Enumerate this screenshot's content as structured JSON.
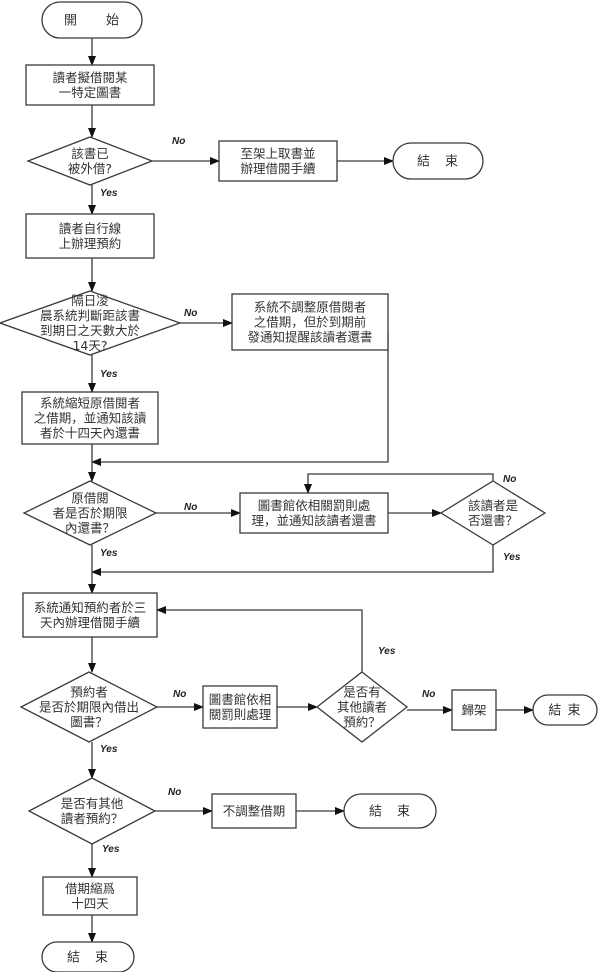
{
  "diagram": {
    "type": "flowchart",
    "nodes": {
      "start": {
        "kind": "terminator",
        "lines": [
          "開　　始"
        ]
      },
      "p1": {
        "kind": "process",
        "lines": [
          "讀者擬借閱某",
          "一特定圖書"
        ]
      },
      "d1": {
        "kind": "decision",
        "lines": [
          "該書已",
          "被外借?"
        ]
      },
      "p2": {
        "kind": "process",
        "lines": [
          "至架上取書並",
          "辦理借閱手續"
        ]
      },
      "end1": {
        "kind": "terminator",
        "lines": [
          "結　束"
        ]
      },
      "p3": {
        "kind": "process",
        "lines": [
          "讀者自行線",
          "上辦理預約"
        ]
      },
      "d2": {
        "kind": "decision",
        "lines": [
          "隔日凌",
          "晨系統判斷距該書",
          "到期日之天數大於",
          "14天?"
        ]
      },
      "p4": {
        "kind": "process",
        "lines": [
          "系統不調整原借閱者",
          "之借期，但於到期前",
          "發通知提醒該讀者還書"
        ]
      },
      "p5": {
        "kind": "process",
        "lines": [
          "系統縮短原借閱者",
          "之借期，並通知該讀",
          "者於十四天內還書"
        ]
      },
      "d3": {
        "kind": "decision",
        "lines": [
          "原借閱",
          "者是否於期限",
          "內還書？"
        ]
      },
      "p6": {
        "kind": "process",
        "lines": [
          "圖書館依相關罰則處",
          "理，並通知該讀者還書"
        ]
      },
      "d4": {
        "kind": "decision",
        "lines": [
          "該讀者是",
          "否還書？"
        ]
      },
      "p7": {
        "kind": "process",
        "lines": [
          "系統通知預約者於三",
          "天內辦理借閱手續"
        ]
      },
      "d5": {
        "kind": "decision",
        "lines": [
          "預約者",
          "是否於期限內借出",
          "圖書？"
        ]
      },
      "p8": {
        "kind": "process",
        "lines": [
          "圖書館依相",
          "關罰則處理"
        ]
      },
      "d6": {
        "kind": "decision",
        "lines": [
          "是否有",
          "其他讀者",
          "預約？"
        ]
      },
      "p9": {
        "kind": "process",
        "lines": [
          "歸架"
        ]
      },
      "end2": {
        "kind": "terminator",
        "lines": [
          "結 束"
        ]
      },
      "d7": {
        "kind": "decision",
        "lines": [
          "是否有其他",
          "讀者預約？"
        ]
      },
      "p10": {
        "kind": "process",
        "lines": [
          "不調整借期"
        ]
      },
      "end3": {
        "kind": "terminator",
        "lines": [
          "結　束"
        ]
      },
      "p11": {
        "kind": "process",
        "lines": [
          "借期縮爲",
          "十四天"
        ]
      },
      "end4": {
        "kind": "terminator",
        "lines": [
          "結　束"
        ]
      }
    },
    "edges": [
      {
        "from": "start",
        "to": "p1",
        "label": ""
      },
      {
        "from": "p1",
        "to": "d1",
        "label": ""
      },
      {
        "from": "d1",
        "to": "p2",
        "label": "No"
      },
      {
        "from": "p2",
        "to": "end1",
        "label": ""
      },
      {
        "from": "d1",
        "to": "p3",
        "label": "Yes"
      },
      {
        "from": "p3",
        "to": "d2",
        "label": ""
      },
      {
        "from": "d2",
        "to": "p4",
        "label": "No"
      },
      {
        "from": "d2",
        "to": "p5",
        "label": "Yes"
      },
      {
        "from": "p4",
        "to": "d3",
        "label": ""
      },
      {
        "from": "p5",
        "to": "d3",
        "label": ""
      },
      {
        "from": "d3",
        "to": "p6",
        "label": "No"
      },
      {
        "from": "p6",
        "to": "d4",
        "label": ""
      },
      {
        "from": "d4",
        "to": "p6",
        "label": "No"
      },
      {
        "from": "d4",
        "to": "p7",
        "label": "Yes"
      },
      {
        "from": "d3",
        "to": "p7",
        "label": "Yes"
      },
      {
        "from": "p7",
        "to": "d5",
        "label": ""
      },
      {
        "from": "d5",
        "to": "p8",
        "label": "No"
      },
      {
        "from": "p8",
        "to": "d6",
        "label": ""
      },
      {
        "from": "d6",
        "to": "p9",
        "label": "No"
      },
      {
        "from": "p9",
        "to": "end2",
        "label": ""
      },
      {
        "from": "d6",
        "to": "p7",
        "label": "Yes"
      },
      {
        "from": "d5",
        "to": "d7",
        "label": "Yes"
      },
      {
        "from": "d7",
        "to": "p10",
        "label": "No"
      },
      {
        "from": "p10",
        "to": "end3",
        "label": ""
      },
      {
        "from": "d7",
        "to": "p11",
        "label": "Yes"
      },
      {
        "from": "p11",
        "to": "end4",
        "label": ""
      }
    ]
  }
}
